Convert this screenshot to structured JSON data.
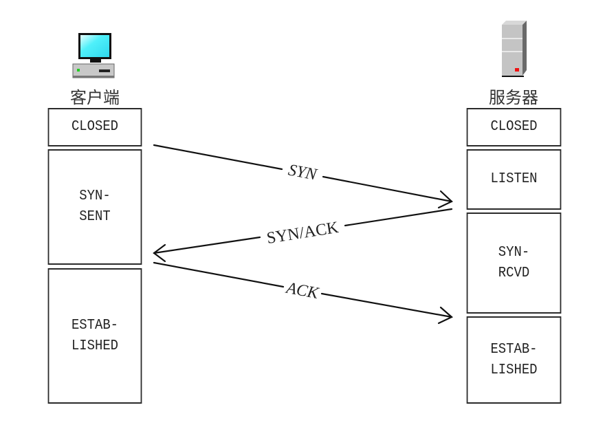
{
  "client": {
    "label": "客户端",
    "icon": "desktop-computer-icon",
    "states": [
      "CLOSED",
      "SYN-\nSENT",
      "ESTAB-\nLISHED"
    ]
  },
  "server": {
    "label": "服务器",
    "icon": "server-tower-icon",
    "states": [
      "CLOSED",
      "LISTEN",
      "SYN-\nRCVD",
      "ESTAB-\nLISHED"
    ]
  },
  "messages": [
    {
      "label": "SYN",
      "from": "client",
      "to": "server"
    },
    {
      "label": "SYN/ACK",
      "from": "server",
      "to": "client"
    },
    {
      "label": "ACK",
      "from": "client",
      "to": "server"
    }
  ],
  "colors": {
    "screen": "#3fe6f5",
    "led_green": "#22cc22",
    "led_red": "#ee1111",
    "case_gray": "#c4c4c4",
    "line": "#111111"
  }
}
